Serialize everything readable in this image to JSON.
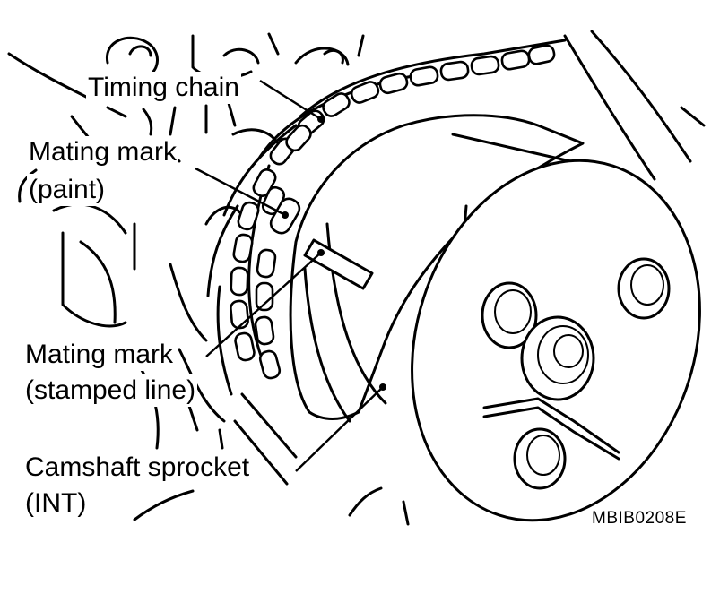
{
  "callouts": {
    "timing_chain": "Timing chain",
    "mating_mark_paint_line1": "Mating mark",
    "mating_mark_paint_line2": "(paint)",
    "mating_mark_stamped_line1": "Mating mark",
    "mating_mark_stamped_line2": "(stamped line)",
    "camshaft_sprocket_line1": "Camshaft sprocket",
    "camshaft_sprocket_line2": "(INT)"
  },
  "figure_code": "MBIB0208E",
  "colors": {
    "ink": "#000000",
    "paper": "#ffffff"
  }
}
